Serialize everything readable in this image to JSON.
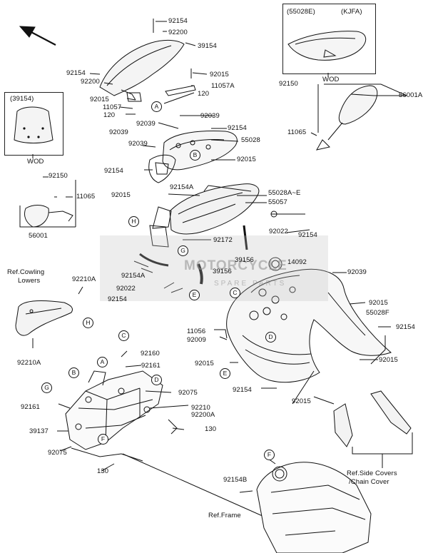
{
  "labels": {
    "p92154_top": "92154",
    "p92200_top": "92200",
    "p39154": "39154",
    "p92154_l": "92154",
    "p92200_l": "92200",
    "p92015_a": "92015",
    "p11057A": "11057A",
    "p92015_b": "92015",
    "p11057": "11057",
    "p120_a": "120",
    "p120_b": "120",
    "p92039_a": "92039",
    "p92039_b": "92039",
    "p92154_c": "92154",
    "p92039_c": "92039",
    "p55028": "55028",
    "p92039_d": "92039",
    "p92015_c": "92015",
    "p92154_d": "92154",
    "p92150_l": "92150",
    "p11065_l": "11065",
    "p92154A_a": "92154A",
    "p92015_d": "92015",
    "p55028AE": "55028A~E",
    "p55057": "55057",
    "p56001": "56001",
    "p92172": "92172",
    "p92022_a": "92022",
    "p92154_e": "92154",
    "p39156_a": "39156",
    "p14092": "14092",
    "p92154A_b": "92154A",
    "p39156_b": "39156",
    "p92022_b": "92022",
    "p92154_f": "92154",
    "p92039_e": "92039",
    "p92150_r": "92150",
    "p56001A": "56001A",
    "p11065_r": "11065",
    "p92210A_a": "92210A",
    "p92210A_b": "92210A",
    "p92015_e": "92015",
    "p55028F": "55028F",
    "p11056": "11056",
    "p92009": "92009",
    "p92154_g": "92154",
    "p92015_f": "92015",
    "p92015_g": "92015",
    "p92154_h": "92154",
    "p92015_h": "92015",
    "p92160": "92160",
    "p92161_a": "92161",
    "p92075_a": "92075",
    "p92210": "92210",
    "p92200A": "92200A",
    "p130_a": "130",
    "p92161_b": "92161",
    "p39137": "39137",
    "p92075_b": "92075",
    "p130_b": "130",
    "p92154B": "92154B"
  },
  "refs": {
    "cowling_lowers": [
      "Ref.Cowling",
      "Lowers"
    ],
    "side_covers": [
      "Ref.Side Covers",
      "/Chain Cover"
    ],
    "frame": "Ref.Frame"
  },
  "insets": {
    "windshield": {
      "code": "(39154)",
      "note": "WOD"
    },
    "cowl_kjfa": {
      "code": "(55028E)",
      "variant": "(KJFA)",
      "note": "WOD"
    }
  },
  "callouts": [
    "A",
    "B",
    "C",
    "D",
    "E",
    "F",
    "G",
    "H"
  ],
  "watermark": {
    "name": "MOTORCYCLE",
    "sub": "SPARE PARTS"
  }
}
